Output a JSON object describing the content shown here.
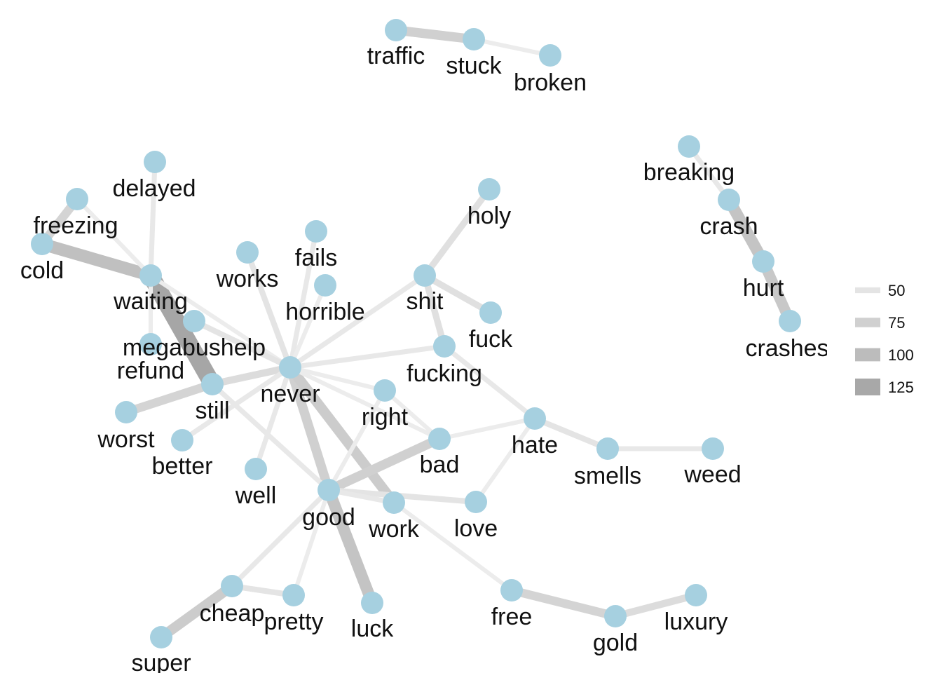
{
  "node_color": "#a6d0e0",
  "edge_weight_range": [
    35,
    130
  ],
  "legend": {
    "entries": [
      {
        "label": "50",
        "value": 50
      },
      {
        "label": "75",
        "value": 75
      },
      {
        "label": "100",
        "value": 100
      },
      {
        "label": "125",
        "value": 125
      }
    ]
  },
  "nodes": [
    {
      "id": "traffic",
      "label": "traffic"
    },
    {
      "id": "stuck",
      "label": "stuck"
    },
    {
      "id": "broken",
      "label": "broken"
    },
    {
      "id": "breaking",
      "label": "breaking"
    },
    {
      "id": "crash",
      "label": "crash"
    },
    {
      "id": "hurt",
      "label": "hurt"
    },
    {
      "id": "crashes",
      "label": "crashes"
    },
    {
      "id": "delayed",
      "label": "delayed"
    },
    {
      "id": "freezing",
      "label": "freezing"
    },
    {
      "id": "cold",
      "label": "cold"
    },
    {
      "id": "waiting",
      "label": "waiting"
    },
    {
      "id": "works",
      "label": "works"
    },
    {
      "id": "fails",
      "label": "fails"
    },
    {
      "id": "horrible",
      "label": "horrible"
    },
    {
      "id": "holy",
      "label": "holy"
    },
    {
      "id": "shit",
      "label": "shit"
    },
    {
      "id": "fuck",
      "label": "fuck"
    },
    {
      "id": "megabushelp",
      "label": "megabushelp"
    },
    {
      "id": "refund",
      "label": "refund"
    },
    {
      "id": "never",
      "label": "never"
    },
    {
      "id": "fucking",
      "label": "fucking"
    },
    {
      "id": "still",
      "label": "still"
    },
    {
      "id": "right",
      "label": "right"
    },
    {
      "id": "worst",
      "label": "worst"
    },
    {
      "id": "better",
      "label": "better"
    },
    {
      "id": "hate",
      "label": "hate"
    },
    {
      "id": "bad",
      "label": "bad"
    },
    {
      "id": "smells",
      "label": "smells"
    },
    {
      "id": "weed",
      "label": "weed"
    },
    {
      "id": "well",
      "label": "well"
    },
    {
      "id": "good",
      "label": "good"
    },
    {
      "id": "work",
      "label": "work"
    },
    {
      "id": "love",
      "label": "love"
    },
    {
      "id": "cheap",
      "label": "cheap"
    },
    {
      "id": "pretty",
      "label": "pretty"
    },
    {
      "id": "luck",
      "label": "luck"
    },
    {
      "id": "free",
      "label": "free"
    },
    {
      "id": "gold",
      "label": "gold"
    },
    {
      "id": "luxury",
      "label": "luxury"
    },
    {
      "id": "super",
      "label": "super"
    }
  ],
  "edges": [
    {
      "from": "traffic",
      "to": "stuck",
      "weight": 75
    },
    {
      "from": "stuck",
      "to": "broken",
      "weight": 40
    },
    {
      "from": "breaking",
      "to": "crash",
      "weight": 45
    },
    {
      "from": "crash",
      "to": "hurt",
      "weight": 90
    },
    {
      "from": "hurt",
      "to": "crashes",
      "weight": 85
    },
    {
      "from": "cold",
      "to": "waiting",
      "weight": 95
    },
    {
      "from": "freezing",
      "to": "cold",
      "weight": 70
    },
    {
      "from": "waiting",
      "to": "still",
      "weight": 128
    },
    {
      "from": "delayed",
      "to": "waiting",
      "weight": 45
    },
    {
      "from": "freezing",
      "to": "waiting",
      "weight": 40
    },
    {
      "from": "waiting",
      "to": "refund",
      "weight": 40
    },
    {
      "from": "waiting",
      "to": "never",
      "weight": 40
    },
    {
      "from": "megabushelp",
      "to": "never",
      "weight": 50
    },
    {
      "from": "never",
      "to": "works",
      "weight": 50
    },
    {
      "from": "never",
      "to": "fails",
      "weight": 45
    },
    {
      "from": "never",
      "to": "horrible",
      "weight": 40
    },
    {
      "from": "never",
      "to": "shit",
      "weight": 45
    },
    {
      "from": "never",
      "to": "fucking",
      "weight": 45
    },
    {
      "from": "never",
      "to": "still",
      "weight": 60
    },
    {
      "from": "still",
      "to": "worst",
      "weight": 70
    },
    {
      "from": "never",
      "to": "better",
      "weight": 45
    },
    {
      "from": "never",
      "to": "well",
      "weight": 45
    },
    {
      "from": "never",
      "to": "good",
      "weight": 75
    },
    {
      "from": "never",
      "to": "work",
      "weight": 80
    },
    {
      "from": "never",
      "to": "right",
      "weight": 40
    },
    {
      "from": "never",
      "to": "bad",
      "weight": 40
    },
    {
      "from": "holy",
      "to": "shit",
      "weight": 55
    },
    {
      "from": "shit",
      "to": "fuck",
      "weight": 55
    },
    {
      "from": "shit",
      "to": "fucking",
      "weight": 55
    },
    {
      "from": "fucking",
      "to": "hate",
      "weight": 45
    },
    {
      "from": "hate",
      "to": "smells",
      "weight": 50
    },
    {
      "from": "smells",
      "to": "weed",
      "weight": 45
    },
    {
      "from": "hate",
      "to": "love",
      "weight": 40
    },
    {
      "from": "bad",
      "to": "hate",
      "weight": 40
    },
    {
      "from": "right",
      "to": "bad",
      "weight": 40
    },
    {
      "from": "good",
      "to": "bad",
      "weight": 75
    },
    {
      "from": "good",
      "to": "luck",
      "weight": 90
    },
    {
      "from": "good",
      "to": "love",
      "weight": 50
    },
    {
      "from": "good",
      "to": "work",
      "weight": 45
    },
    {
      "from": "good",
      "to": "cheap",
      "weight": 45
    },
    {
      "from": "good",
      "to": "pretty",
      "weight": 40
    },
    {
      "from": "good",
      "to": "right",
      "weight": 40
    },
    {
      "from": "good",
      "to": "still",
      "weight": 45
    },
    {
      "from": "cheap",
      "to": "super",
      "weight": 80
    },
    {
      "from": "cheap",
      "to": "pretty",
      "weight": 50
    },
    {
      "from": "work",
      "to": "free",
      "weight": 40
    },
    {
      "from": "free",
      "to": "gold",
      "weight": 70
    },
    {
      "from": "gold",
      "to": "luxury",
      "weight": 60
    }
  ]
}
